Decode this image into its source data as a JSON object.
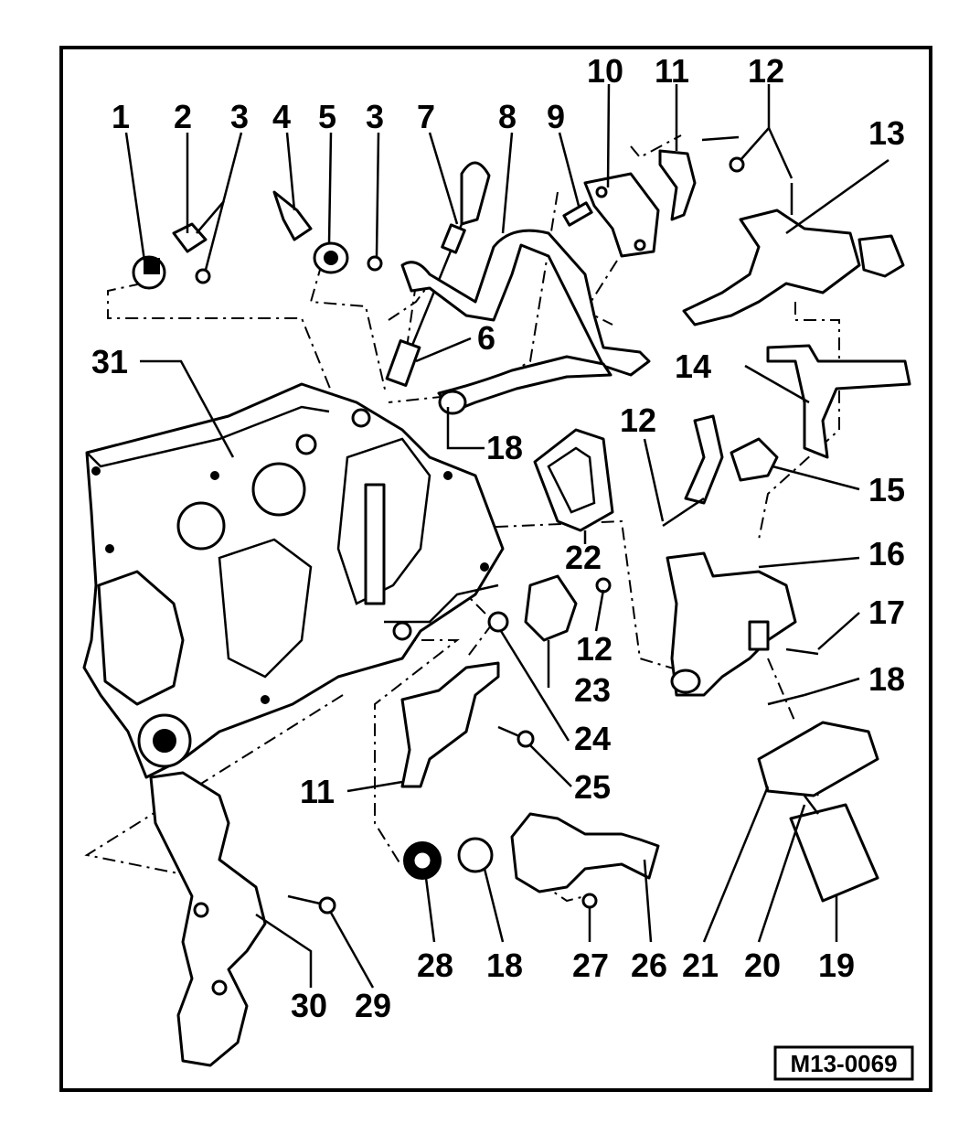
{
  "figure": {
    "code": "M13-0069",
    "colors": {
      "ink": "#000000",
      "paper": "#ffffff"
    }
  },
  "callouts": [
    {
      "id": "c1",
      "label": "1"
    },
    {
      "id": "c2",
      "label": "2"
    },
    {
      "id": "c3a",
      "label": "3"
    },
    {
      "id": "c4",
      "label": "4"
    },
    {
      "id": "c5",
      "label": "5"
    },
    {
      "id": "c3b",
      "label": "3"
    },
    {
      "id": "c7",
      "label": "7"
    },
    {
      "id": "c8",
      "label": "8"
    },
    {
      "id": "c9",
      "label": "9"
    },
    {
      "id": "c10",
      "label": "10"
    },
    {
      "id": "c11a",
      "label": "11"
    },
    {
      "id": "c12a",
      "label": "12"
    },
    {
      "id": "c13",
      "label": "13"
    },
    {
      "id": "c6",
      "label": "6"
    },
    {
      "id": "c31",
      "label": "31"
    },
    {
      "id": "c14",
      "label": "14"
    },
    {
      "id": "c18a",
      "label": "18"
    },
    {
      "id": "c12b",
      "label": "12"
    },
    {
      "id": "c15",
      "label": "15"
    },
    {
      "id": "c22",
      "label": "22"
    },
    {
      "id": "c16",
      "label": "16"
    },
    {
      "id": "c12c",
      "label": "12"
    },
    {
      "id": "c17",
      "label": "17"
    },
    {
      "id": "c23",
      "label": "23"
    },
    {
      "id": "c18b",
      "label": "18"
    },
    {
      "id": "c24",
      "label": "24"
    },
    {
      "id": "c25",
      "label": "25"
    },
    {
      "id": "c11b",
      "label": "11"
    },
    {
      "id": "c28",
      "label": "28"
    },
    {
      "id": "c18c",
      "label": "18"
    },
    {
      "id": "c27",
      "label": "27"
    },
    {
      "id": "c26",
      "label": "26"
    },
    {
      "id": "c21",
      "label": "21"
    },
    {
      "id": "c20",
      "label": "20"
    },
    {
      "id": "c19",
      "label": "19"
    },
    {
      "id": "c30",
      "label": "30"
    },
    {
      "id": "c29",
      "label": "29"
    }
  ]
}
